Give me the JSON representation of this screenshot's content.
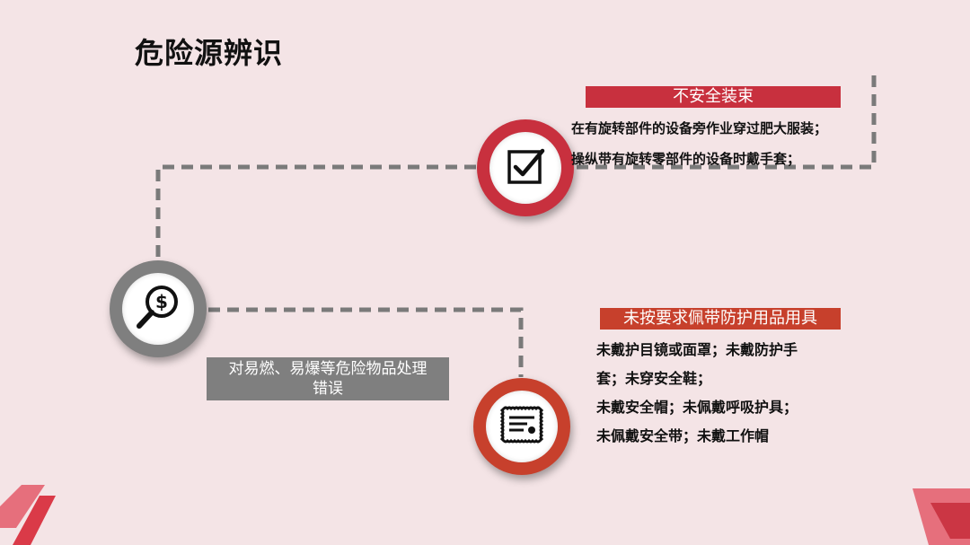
{
  "title": "危险源辨识",
  "colors": {
    "background": "#f4e4e6",
    "red": "#c8303e",
    "dark_red": "#b82a36",
    "orange_red": "#c7402c",
    "gray": "#7f7f7f",
    "dash": "#7a7a7a"
  },
  "nodes": [
    {
      "icon": "checkbox-icon",
      "heading": "不安全装束",
      "lines": [
        "在有旋转部件的设备旁作业穿过肥大服装；",
        "操纵带有旋转零部件的设备时戴手套；"
      ]
    },
    {
      "icon": "magnifier-dollar-icon",
      "heading": "",
      "lines": [
        "对易燃、易爆等危险物品处理",
        "错误"
      ]
    },
    {
      "icon": "certificate-icon",
      "heading": "未按要求佩带防护用品用具",
      "lines": [
        "未戴护目镜或面罩；未戴防护手",
        "套；未穿安全鞋；",
        "未戴安全帽；未佩戴呼吸护具；",
        "未佩戴安全带；未戴工作帽"
      ]
    }
  ]
}
